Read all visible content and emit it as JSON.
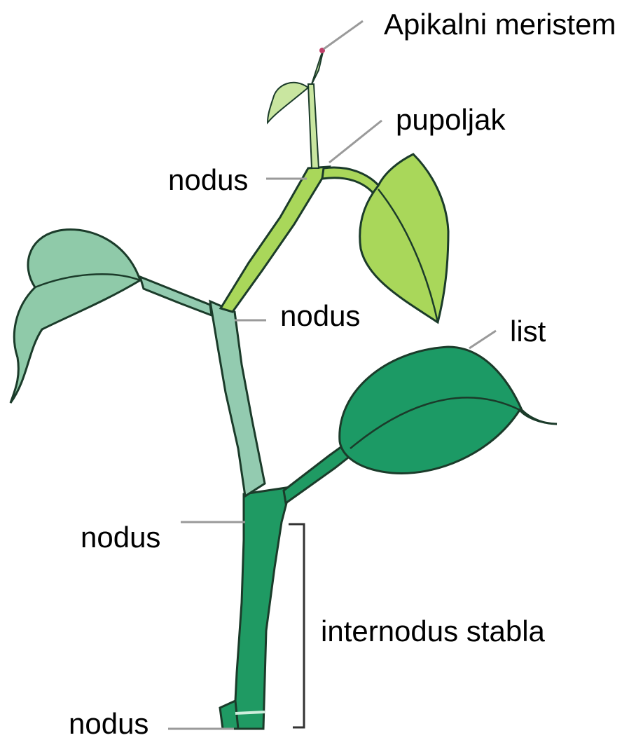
{
  "diagram": {
    "labels": {
      "apical_meristem": "Apikalni meristem",
      "bud": "pupoljak",
      "node_top": "nodus",
      "node_middle": "nodus",
      "leaf": "list",
      "node_lower": "nodus",
      "internode": "internodus stabla",
      "node_bottom": "nodus"
    },
    "colors": {
      "stem_dark": "#1f9a63",
      "stem_light": "#93cbb0",
      "shoot_light": "#a9d75a",
      "leaf_pale": "#8fcaa9",
      "leaf_lime": "#a9d75a",
      "leaf_dark": "#1c9a65",
      "outline": "#1b3b2a",
      "pointer": "#9a9a9a"
    }
  }
}
